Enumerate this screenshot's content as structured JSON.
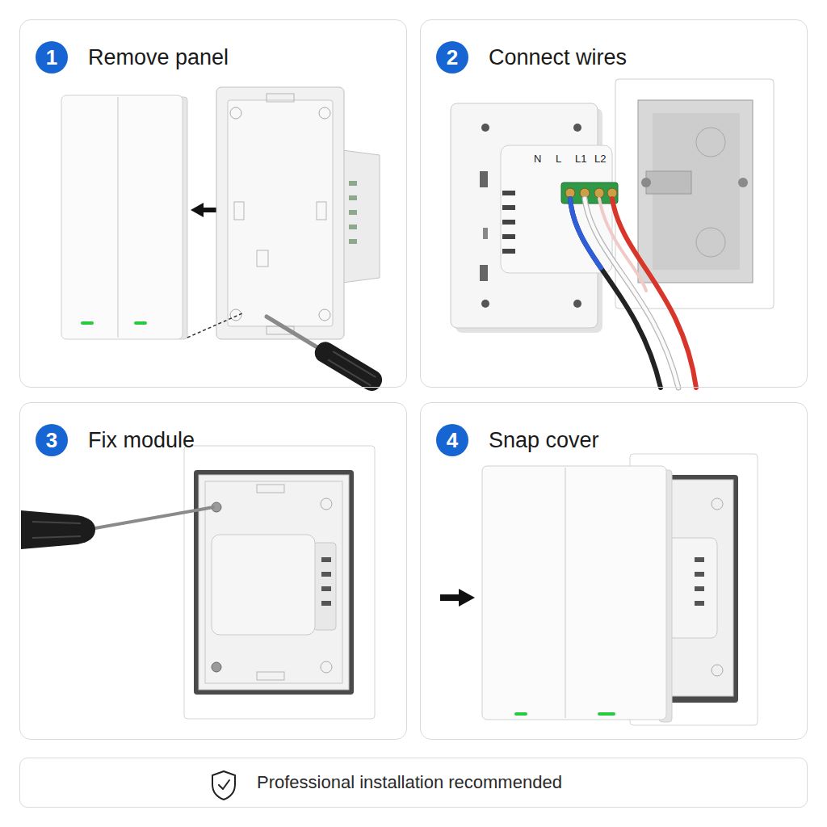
{
  "diagram": {
    "nodes": [
      {
        "text": [
          "Remove panel"
        ]
      },
      {
        "text": [
          "1"
        ],
        "in": 0
      },
      {
        "text": [
          "Connect wires"
        ]
      },
      {
        "text": [
          "2"
        ],
        "in": 2
      },
      {
        "text": [
          "Fix module"
        ]
      },
      {
        "text": [
          "3"
        ],
        "in": 4
      },
      {
        "text": [
          "Snap cover"
        ]
      },
      {
        "text": [
          "4"
        ],
        "in": 6
      },
      {
        "text": [
          "Professional installation recommended"
        ]
      }
    ],
    "labels": [
      "N",
      "L",
      "L1",
      "L2"
    ]
  }
}
